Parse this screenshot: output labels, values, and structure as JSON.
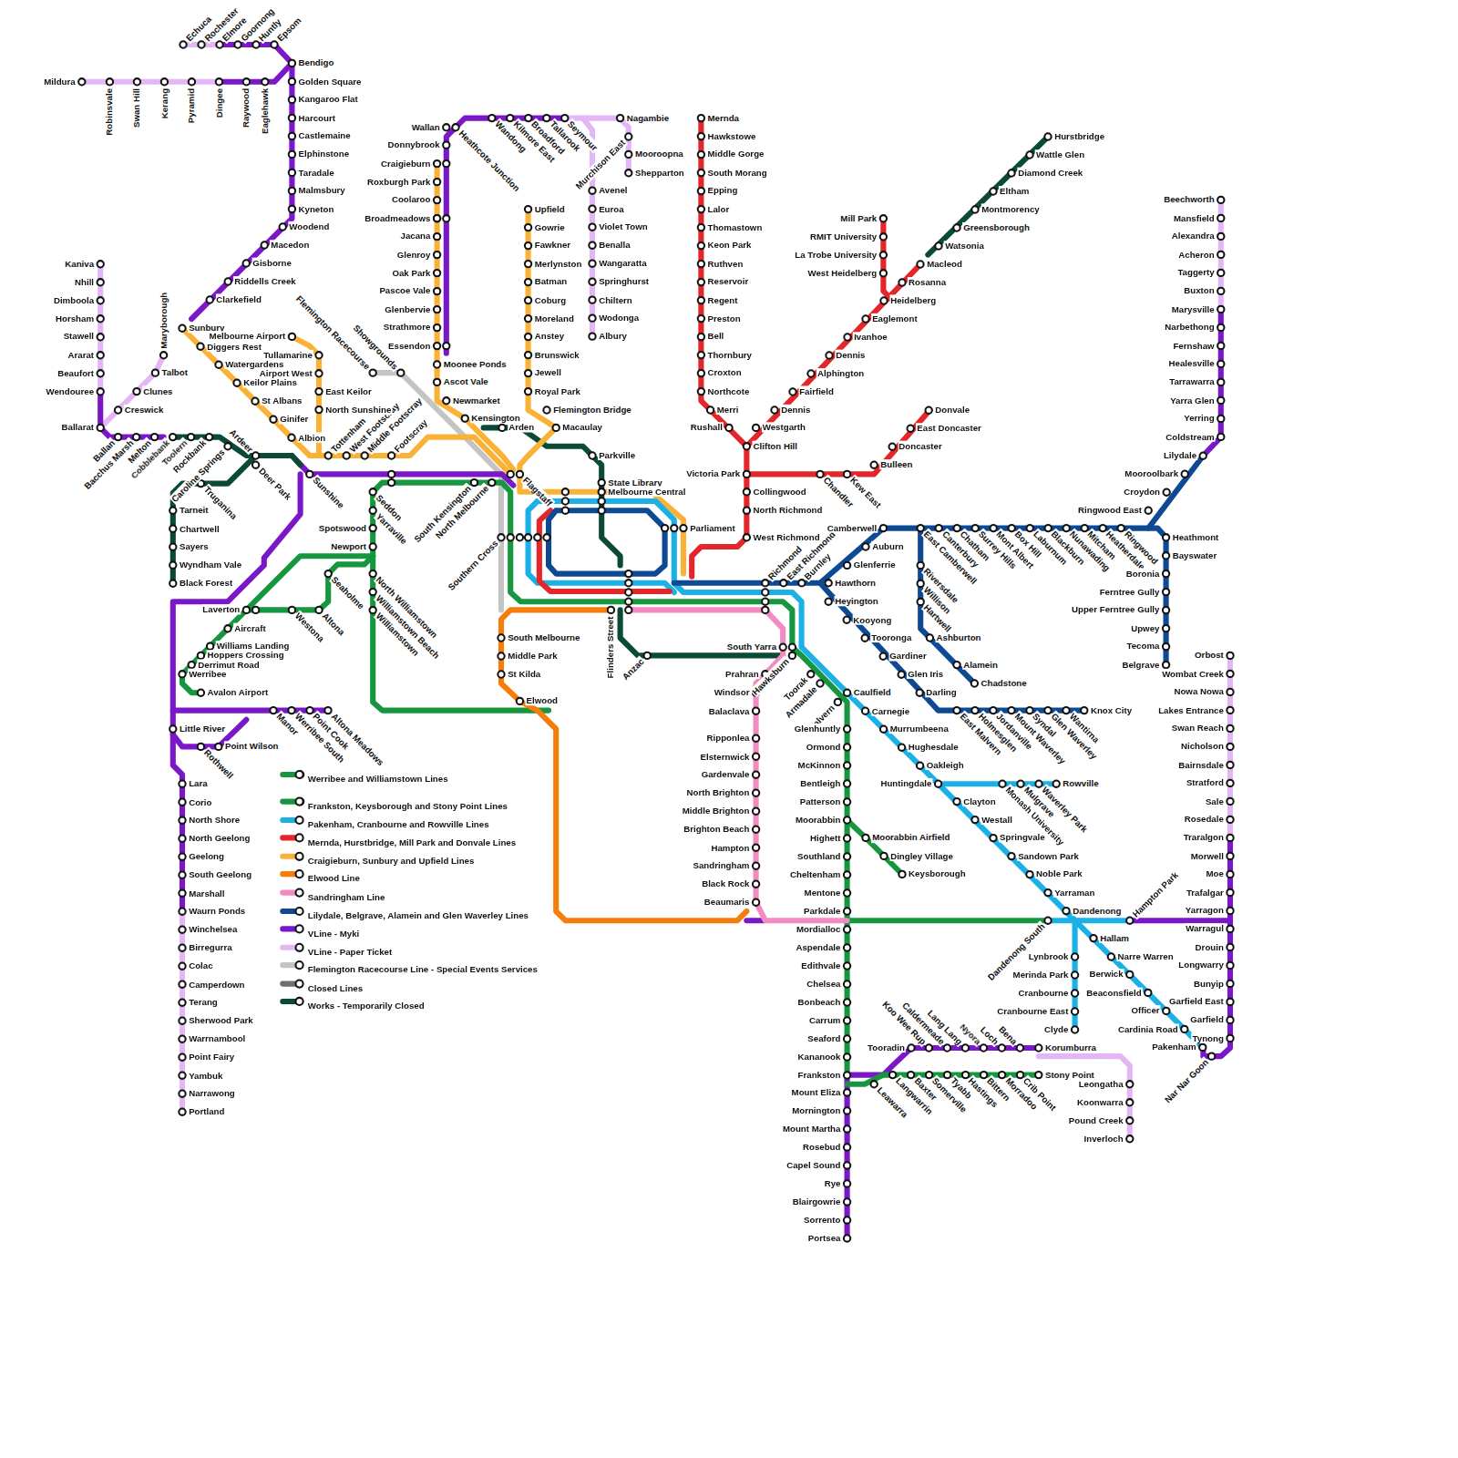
{
  "diagram": {
    "labels": [
      "Echuca",
      "Rochester",
      "Elmore",
      "Goornong",
      "Huntly",
      "Epsom",
      "Mildura",
      "Robinsvale",
      "Swan Hill",
      "Kerang",
      "Pyramid",
      "Dingee",
      "Raywood",
      "Eaglehawk",
      "Bendigo",
      "Golden Square",
      "Kangaroo Flat",
      "Harcourt",
      "Castlemaine",
      "Elphinstone",
      "Taradale",
      "Malmsbury",
      "Kyneton",
      "Woodend",
      "Macedon",
      "Gisborne",
      "Riddells Creek",
      "Clarkefield",
      "Sunbury",
      "Diggers Rest",
      "Watergardens",
      "Keilor Plains",
      "St Albans",
      "Ginifer",
      "Albion",
      "Tottenham",
      "West Footscray",
      "Middle Footscray",
      "Footscray",
      "Melbourne Airport",
      "Tullamarine",
      "Airport West",
      "East Keilor",
      "North Sunshine",
      "Kaniva",
      "Nhill",
      "Dimboola",
      "Horsham",
      "Stawell",
      "Ararat",
      "Beaufort",
      "Wendouree",
      "Ballarat",
      "Maryborough",
      "Talbot",
      "Clunes",
      "Creswick",
      "Ballan",
      "Bacchus Marsh",
      "Melton",
      "Cobblebank",
      "Toolern",
      "Rockbank",
      "Caroline Springs",
      "Ardeer",
      "Deer Park",
      "Sunshine",
      "Truganina",
      "Tarneit",
      "Chartwell",
      "Sayers",
      "Wyndham Vale",
      "Black Forest",
      "Laverton",
      "Aircraft",
      "Williams Landing",
      "Hoppers Crossing",
      "Derrimut Road",
      "Werribee",
      "Avalon Airport",
      "Westona",
      "Altona",
      "Seaholme",
      "Little River",
      "Rothwell",
      "Point Wilson",
      "Manor",
      "Werribee South",
      "Point Cook",
      "Altona Meadows",
      "Lara",
      "Corio",
      "North Shore",
      "North Geelong",
      "Geelong",
      "South Geelong",
      "Marshall",
      "Waurn Ponds",
      "Winchelsea",
      "Birregurra",
      "Colac",
      "Camperdown",
      "Terang",
      "Sherwood Park",
      "Warrnambool",
      "Point Fairy",
      "Yambuk",
      "Narrawong",
      "Portland",
      "Seddon",
      "Yarraville",
      "Spotswood",
      "Newport",
      "North Williamstown",
      "Williamstown Beach",
      "Williamstown",
      "South Kensington",
      "North Melbourne",
      "Flemington Racecourse",
      "Showgrounds",
      "Wallan",
      "Donnybrook",
      "Craigieburn",
      "Roxburgh Park",
      "Coolaroo",
      "Broadmeadows",
      "Jacana",
      "Glenroy",
      "Oak Park",
      "Pascoe Vale",
      "Glenbervie",
      "Strathmore",
      "Essendon",
      "Moonee Ponds",
      "Ascot Vale",
      "Newmarket",
      "Kensington",
      "Heathcote Junction",
      "Wandong",
      "Kilmore East",
      "Broadford",
      "Tallarook",
      "Seymour",
      "Nagambie",
      "Murchison East",
      "Mooroopna",
      "Shepparton",
      "Avenel",
      "Euroa",
      "Violet Town",
      "Benalla",
      "Wangaratta",
      "Springhurst",
      "Chiltern",
      "Wodonga",
      "Albury",
      "Upfield",
      "Gowrie",
      "Fawkner",
      "Merlynston",
      "Batman",
      "Coburg",
      "Moreland",
      "Anstey",
      "Brunswick",
      "Jewell",
      "Royal Park",
      "Flemington Bridge",
      "Macaulay",
      "Arden",
      "Parkville",
      "Flagstaff",
      "State Library",
      "Melbourne Central",
      "Parliament",
      "Southern Cross",
      "Flinders Street",
      "Anzac",
      "Mernda",
      "Hawkstowe",
      "Middle Gorge",
      "South Morang",
      "Epping",
      "Lalor",
      "Thomastown",
      "Keon Park",
      "Ruthven",
      "Reservoir",
      "Regent",
      "Preston",
      "Bell",
      "Thornbury",
      "Croxton",
      "Northcote",
      "Merri",
      "Rushall",
      "Clifton Hill",
      "Westgarth",
      "Dennis",
      "Fairfield",
      "Alphington",
      "Dennis",
      "Ivanhoe",
      "Eaglemont",
      "Heidelberg",
      "Rosanna",
      "Macleod",
      "Watsonia",
      "Greensborough",
      "Montmorency",
      "Eltham",
      "Diamond Creek",
      "Wattle Glen",
      "Hurstbridge",
      "Mill Park",
      "RMIT University",
      "La Trobe University",
      "West Heidelberg",
      "Victoria Park",
      "Collingwood",
      "North Richmond",
      "West Richmond",
      "Chandler",
      "Kew East",
      "Bulleen",
      "Doncaster",
      "East Doncaster",
      "Donvale",
      "Richmond",
      "East Richmond",
      "Burnley",
      "Hawthorn",
      "Glenferrie",
      "Auburn",
      "Camberwell",
      "East Camberwell",
      "Canterbury",
      "Chatham",
      "Surrey Hills",
      "Mont Albert",
      "Box Hill",
      "Laburnum",
      "Blackburn",
      "Nunawading",
      "Mitcham",
      "Heatherdale",
      "Ringwood",
      "Ringwood East",
      "Croydon",
      "Mooroolbark",
      "Lilydale",
      "Heathmont",
      "Bayswater",
      "Boronia",
      "Ferntree Gully",
      "Upper Ferntree Gully",
      "Upwey",
      "Tecoma",
      "Belgrave",
      "Beechworth",
      "Mansfield",
      "Alexandra",
      "Acheron",
      "Taggerty",
      "Buxton",
      "Marysville",
      "Narbethong",
      "Fernshaw",
      "Healesville",
      "Tarrawarra",
      "Yarra Glen",
      "Yerring",
      "Coldstream",
      "Riversdale",
      "Willison",
      "Hartwell",
      "Ashburton",
      "Alamein",
      "Chadstone",
      "Heyington",
      "Kooyong",
      "Tooronga",
      "Gardiner",
      "Glen Iris",
      "Darling",
      "East Malvern",
      "Holmesglen",
      "Jordanville",
      "Mount Waverley",
      "Syndal",
      "Glen Waverley",
      "Wantirna",
      "Knox City",
      "South Yarra",
      "Hawksburn",
      "Toorak",
      "Armadale",
      "Malvern",
      "Prahran",
      "Windsor",
      "Balaclava",
      "Ripponlea",
      "Elsternwick",
      "Gardenvale",
      "North Brighton",
      "Middle Brighton",
      "Brighton Beach",
      "Hampton",
      "Sandringham",
      "Black Rock",
      "Beaumaris",
      "Caulfield",
      "Carnegie",
      "Murrumbeena",
      "Hughesdale",
      "Oakleigh",
      "Huntingdale",
      "Clayton",
      "Westall",
      "Springvale",
      "Sandown Park",
      "Noble Park",
      "Yarraman",
      "Dandenong",
      "Monash University",
      "Mulgrave",
      "Waverley Park",
      "Rowville",
      "Dandenong South",
      "Hampton Park",
      "Hallam",
      "Narre Warren",
      "Berwick",
      "Beaconsfield",
      "Officer",
      "Cardinia Road",
      "Pakenham",
      "Nar Nar Goon",
      "Lynbrook",
      "Merinda Park",
      "Cranbourne",
      "Cranbourne East",
      "Clyde",
      "Orbost",
      "Wombat Creek",
      "Nowa Nowa",
      "Lakes Entrance",
      "Swan Reach",
      "Nicholson",
      "Bairnsdale",
      "Stratford",
      "Sale",
      "Rosedale",
      "Traralgon",
      "Morwell",
      "Moe",
      "Trafalgar",
      "Yarragon",
      "Warragul",
      "Drouin",
      "Longwarry",
      "Bunyip",
      "Garfield East",
      "Garfield",
      "Tynong",
      "Glenhuntly",
      "Ormond",
      "McKinnon",
      "Bentleigh",
      "Patterson",
      "Moorabbin",
      "Highett",
      "Southland",
      "Cheltenham",
      "Mentone",
      "Parkdale",
      "Mordialloc",
      "Aspendale",
      "Edithvale",
      "Chelsea",
      "Bonbeach",
      "Carrum",
      "Seaford",
      "Kananook",
      "Frankston",
      "Moorabbin Airfield",
      "Dingley Village",
      "Keysborough",
      "Mount Eliza",
      "Mornington",
      "Mount Martha",
      "Rosebud",
      "Capel Sound",
      "Rye",
      "Blairgowrie",
      "Sorrento",
      "Portsea",
      "Leawarra",
      "Langwarrin",
      "Baxter",
      "Somerville",
      "Tyabb",
      "Hastings",
      "Bittern",
      "Morradoo",
      "Crib Point",
      "Stony Point",
      "Tooradin",
      "Koo Wee Rup",
      "Caldermeade",
      "Lang Lang",
      "Nyora",
      "Loch",
      "Bena",
      "Korumburra",
      "Leongatha",
      "Koonwarra",
      "Pound Creek",
      "Inverloch",
      "South Melbourne",
      "Middle Park",
      "St Kilda",
      "Elwood"
    ],
    "legend": [
      {
        "text": "Werribee and Williamstown Lines",
        "color": "#16973f"
      },
      {
        "text": "Frankston, Keysborough and Stony Point Lines",
        "color": "#16973f"
      },
      {
        "text": "Pakenham, Cranbourne and Rowville Lines",
        "color": "#1bb0e6"
      },
      {
        "text": "Mernda, Hurstbridge, Mill Park and Donvale Lines",
        "color": "#e3262a"
      },
      {
        "text": "Craigieburn, Sunbury and Upfield Lines",
        "color": "#fab236"
      },
      {
        "text": "Elwood Line",
        "color": "#f57d0c"
      },
      {
        "text": "Sandringham Line",
        "color": "#f38ac1"
      },
      {
        "text": "Lilydale, Belgrave, Alamein and Glen Waverley Lines",
        "color": "#0e4a93"
      },
      {
        "text": "VLine - Myki",
        "color": "#7a17c9"
      },
      {
        "text": "VLine - Paper Ticket",
        "color": "#e3b6f6"
      },
      {
        "text": "Flemington Racecourse Line - Special Events Services",
        "color": "#c4c4c4"
      },
      {
        "text": "Closed Lines",
        "color": "#707070"
      },
      {
        "text": "Works - Temporarily Closed",
        "color": "#0a4a36"
      }
    ]
  }
}
